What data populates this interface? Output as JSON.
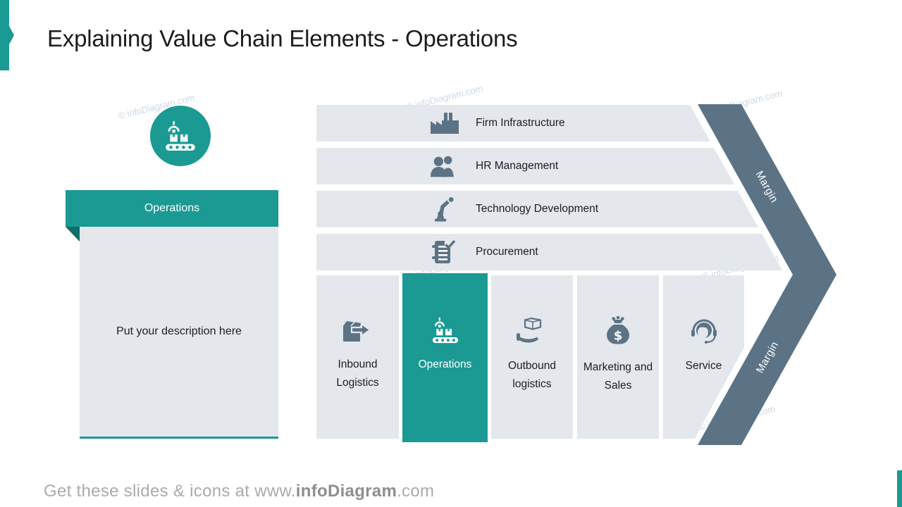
{
  "slide": {
    "title": "Explaining Value Chain Elements - Operations",
    "watermark_text": "© infoDiagram.com",
    "footer": {
      "prefix": "Get these slides & icons at www.",
      "brand": "infoDiagram",
      "suffix": ".com"
    }
  },
  "colors": {
    "teal": "#1A9A93",
    "teal_dark": "#0E6E69",
    "slate": "#5C7386",
    "panel_gray": "#E4E7EB",
    "footer_gray": "#ABABAB"
  },
  "left_panel": {
    "icon": "conveyor-operations-icon",
    "header": "Operations",
    "description": "Put your description here"
  },
  "value_chain": {
    "support_rows": [
      {
        "label": "Firm Infrastructure",
        "icon": "factory-icon"
      },
      {
        "label": "HR Management",
        "icon": "people-icon"
      },
      {
        "label": "Technology Development",
        "icon": "robot-arm-icon"
      },
      {
        "label": "Procurement",
        "icon": "document-check-icon"
      }
    ],
    "primary_columns": [
      {
        "label": "Inbound Logistics",
        "icon": "box-arrow-icon",
        "highlighted": false
      },
      {
        "label": "Operations",
        "icon": "conveyor-operations-icon",
        "highlighted": true
      },
      {
        "label": "Outbound logistics",
        "icon": "hand-box-icon",
        "highlighted": false
      },
      {
        "label": "Marketing and Sales",
        "icon": "money-bag-icon",
        "highlighted": false
      },
      {
        "label": "Service",
        "icon": "headset-person-icon",
        "highlighted": false
      }
    ],
    "margin_label_top": "Margin",
    "margin_label_bottom": "Margin"
  }
}
